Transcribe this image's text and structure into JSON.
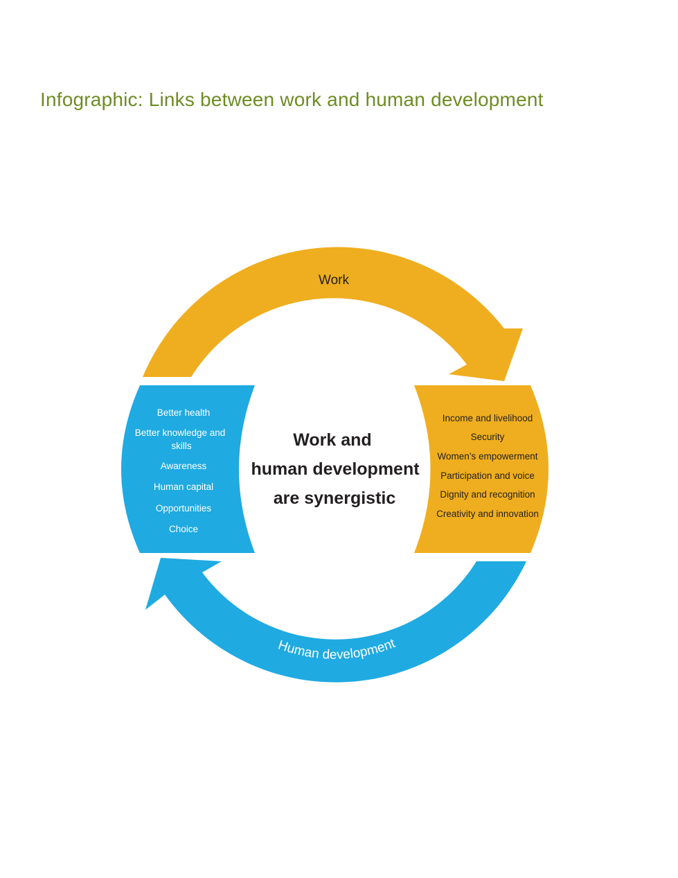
{
  "title": "Infographic: Links between work and human development",
  "colors": {
    "title": "#6e8c23",
    "work": "#efae1f",
    "human_development": "#1faae1",
    "center_text": "#231f20"
  },
  "work_arrow": {
    "label": "Work"
  },
  "human_development_arrow": {
    "label": "Human development"
  },
  "center": {
    "lines": [
      "Work and",
      "human development",
      "are synergistic"
    ]
  },
  "human_development_box": {
    "items": [
      "Better health",
      "Better knowledge and",
      "skills",
      "Awareness",
      "Human capital",
      "Opportunities",
      "Choice"
    ]
  },
  "work_box": {
    "items": [
      "Income and livelihood",
      "Security",
      "Women’s empowerment",
      "Participation and voice",
      "Dignity and recognition",
      "Creativity and innovation"
    ]
  }
}
